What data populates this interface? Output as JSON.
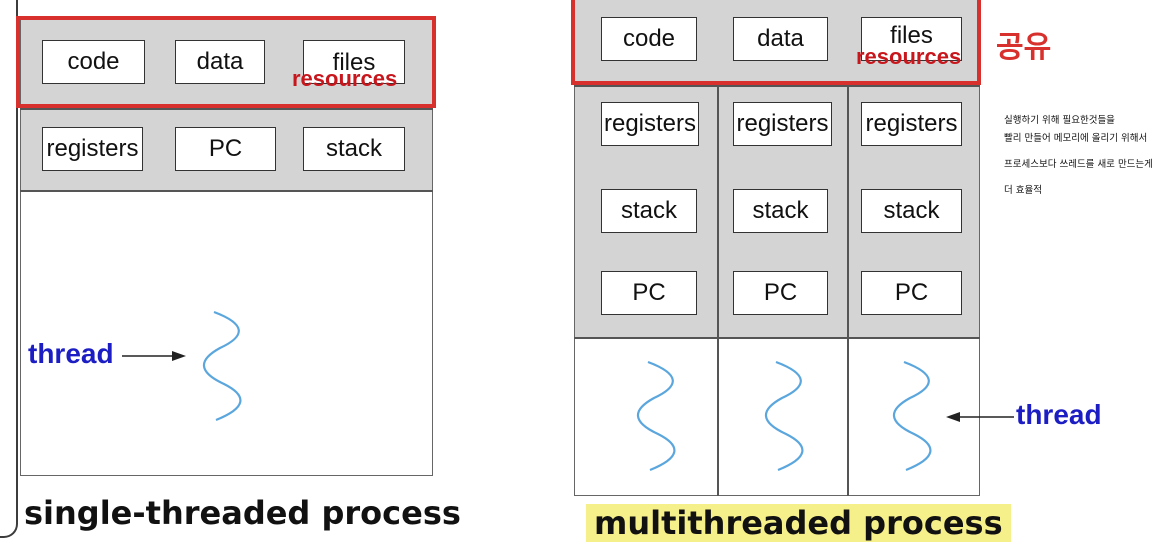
{
  "single": {
    "resources": {
      "code": "code",
      "data": "data",
      "files": "files",
      "label": "resources"
    },
    "per_thread": {
      "registers": "registers",
      "pc": "PC",
      "stack": "stack"
    },
    "thread_label": "thread",
    "caption": "single-threaded process"
  },
  "multi": {
    "resources": {
      "code": "code",
      "data": "data",
      "files": "files",
      "label": "resources"
    },
    "threads": [
      {
        "registers": "registers",
        "stack": "stack",
        "pc": "PC"
      },
      {
        "registers": "registers",
        "stack": "stack",
        "pc": "PC"
      },
      {
        "registers": "registers",
        "stack": "stack",
        "pc": "PC"
      }
    ],
    "thread_label": "thread",
    "caption": "multithreaded process"
  },
  "annotation": {
    "shared_label": "공유",
    "note_lines": [
      "실행하기 위해 필요한것들을",
      "빨리 만들어 메모리에 올리기 위해서",
      "프로세스보다 쓰레드를 새로 만드는게",
      "더 효율적"
    ]
  },
  "colors": {
    "red": "#d8302c",
    "blue": "#1c1ec4",
    "gray": "#d4d4d4",
    "highlight": "#f6f08a"
  }
}
